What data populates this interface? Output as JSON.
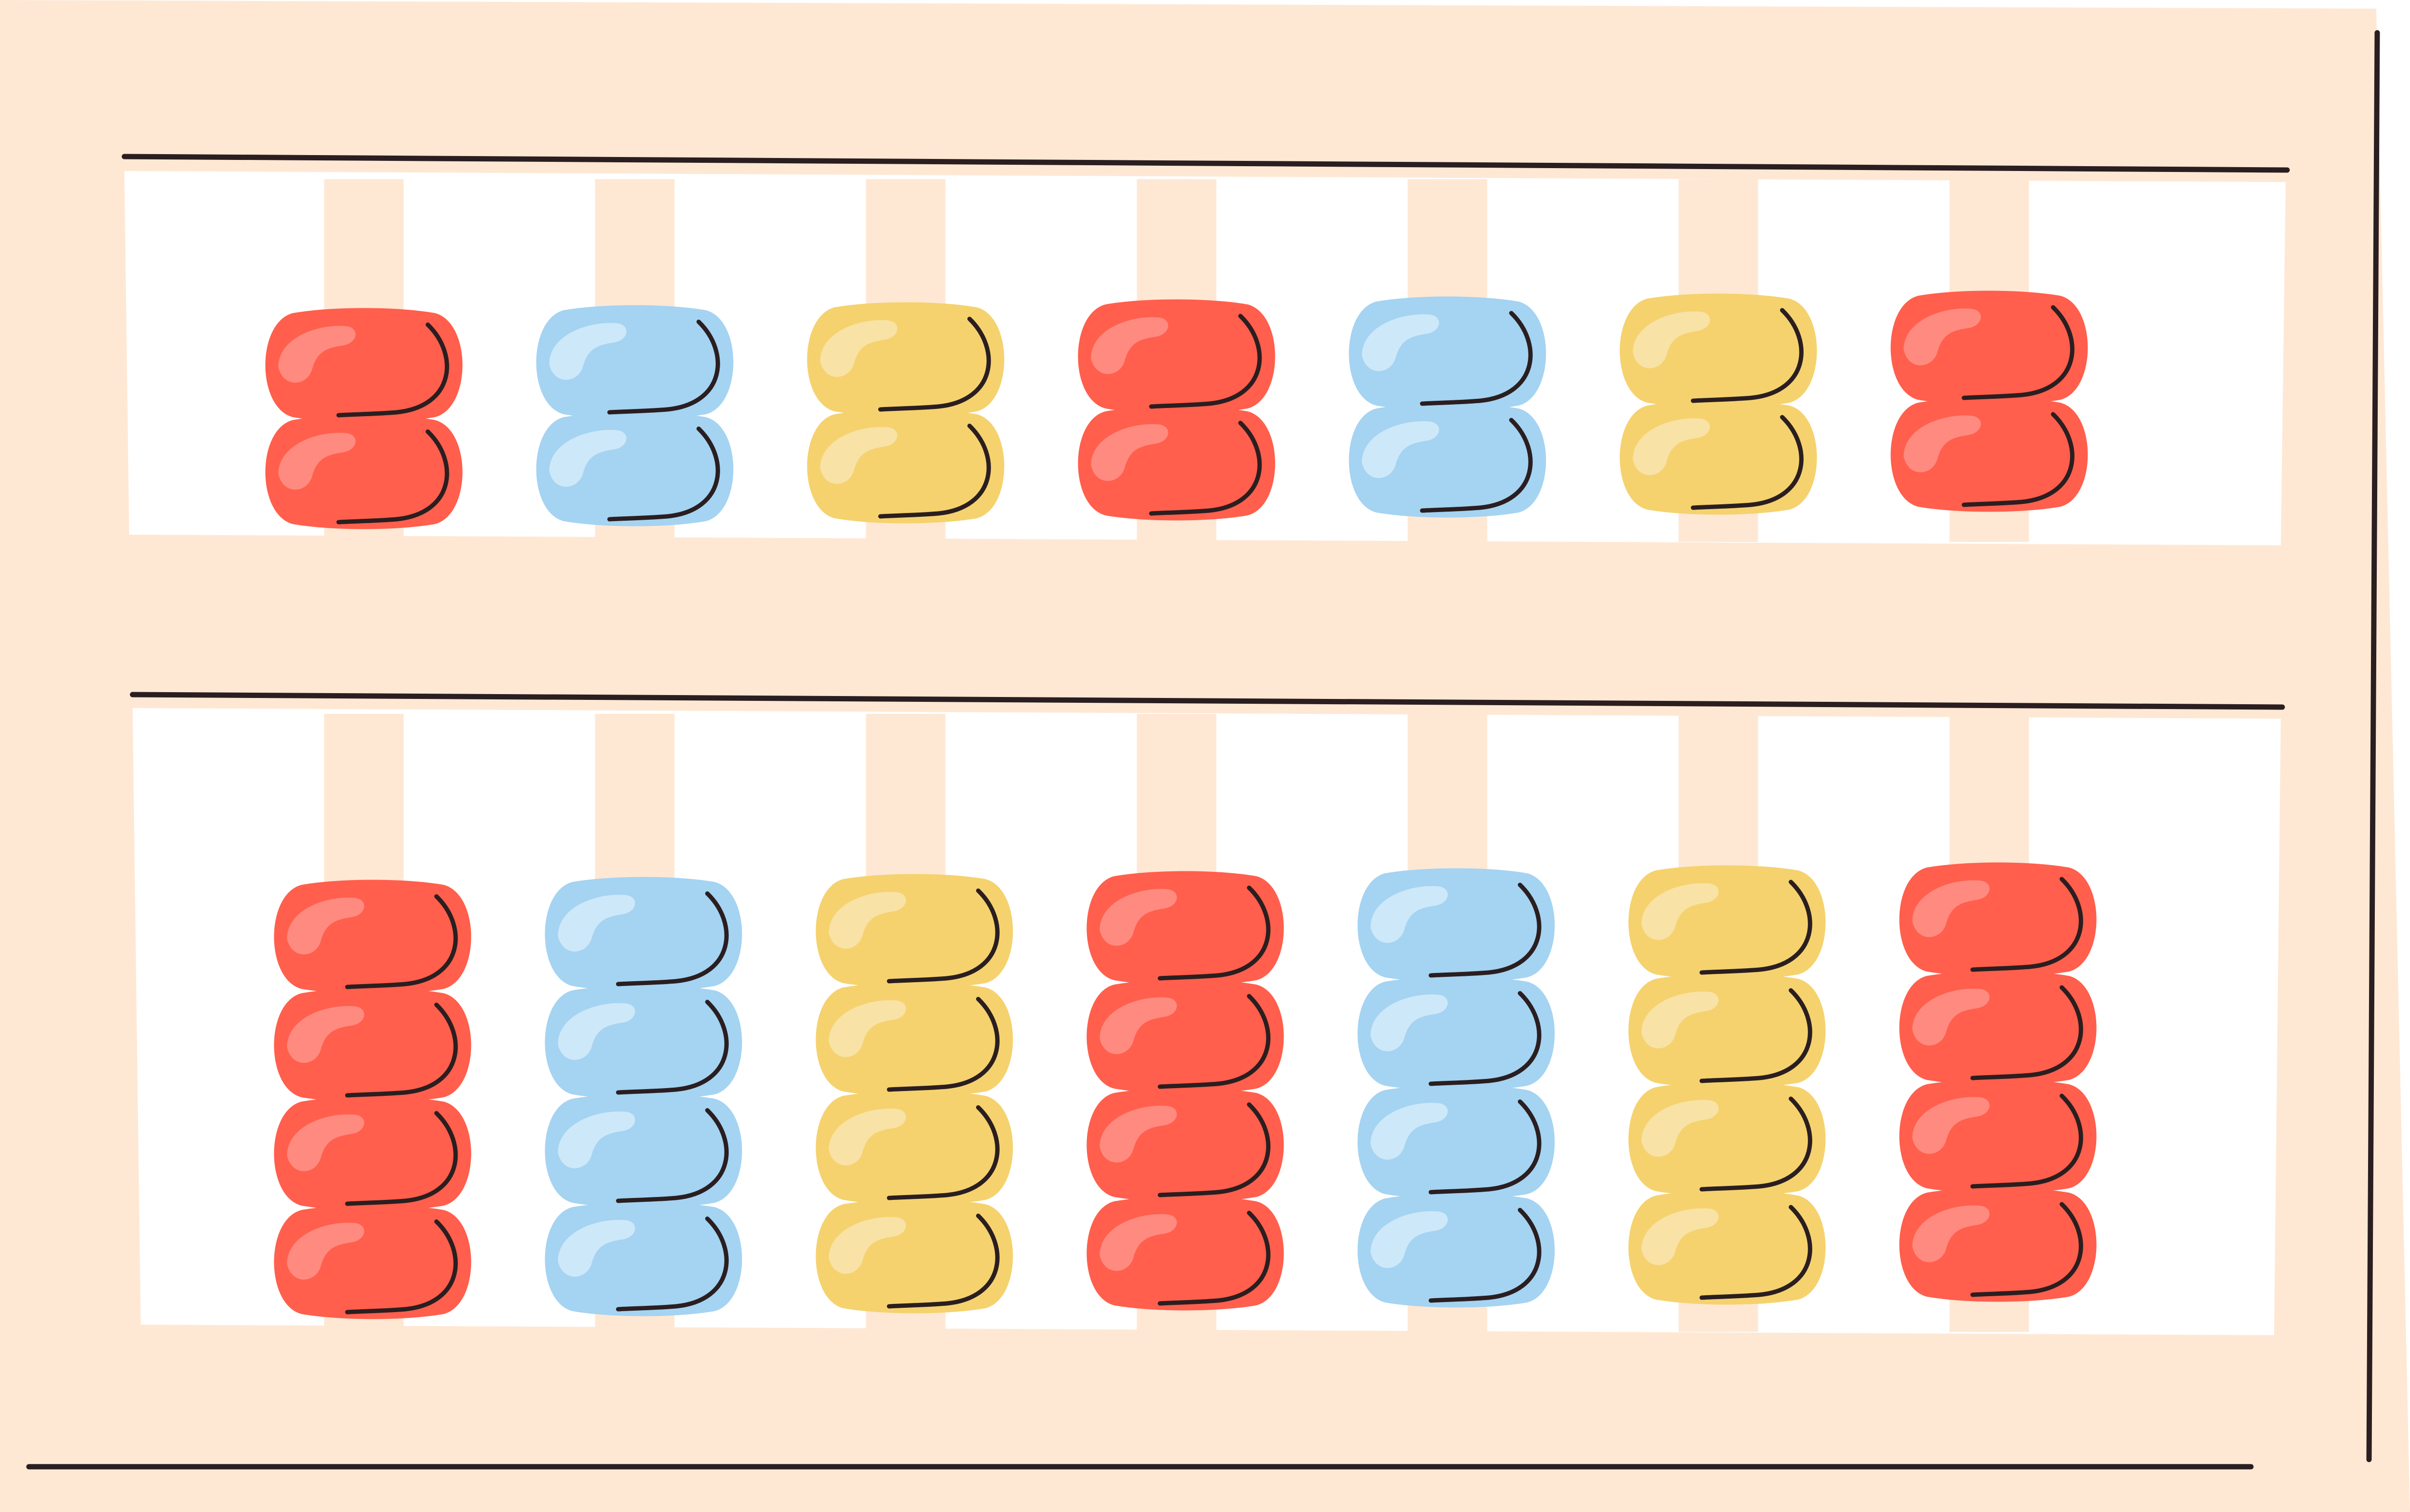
{
  "abacus": {
    "colors": {
      "frame": "#FEE8D4",
      "rod": "#FEE8D4",
      "window": "#FFFFFF",
      "outline": "#2A1E20",
      "bead_red": "#FF5F4C",
      "bead_red_highlight": "#FF8A80",
      "bead_blue": "#A5D3F2",
      "bead_blue_highlight": "#CDE8F8",
      "bead_yellow": "#F5D26E",
      "bead_yellow_highlight": "#F8E2A6"
    },
    "icons": {
      "bead": "bead-icon"
    },
    "rods": [
      {
        "color": "red",
        "upper_beads": 2,
        "lower_beads": 4
      },
      {
        "color": "blue",
        "upper_beads": 2,
        "lower_beads": 4
      },
      {
        "color": "yellow",
        "upper_beads": 2,
        "lower_beads": 4
      },
      {
        "color": "red",
        "upper_beads": 2,
        "lower_beads": 4
      },
      {
        "color": "blue",
        "upper_beads": 2,
        "lower_beads": 4
      },
      {
        "color": "yellow",
        "upper_beads": 2,
        "lower_beads": 4
      },
      {
        "color": "red",
        "upper_beads": 2,
        "lower_beads": 4
      }
    ]
  }
}
